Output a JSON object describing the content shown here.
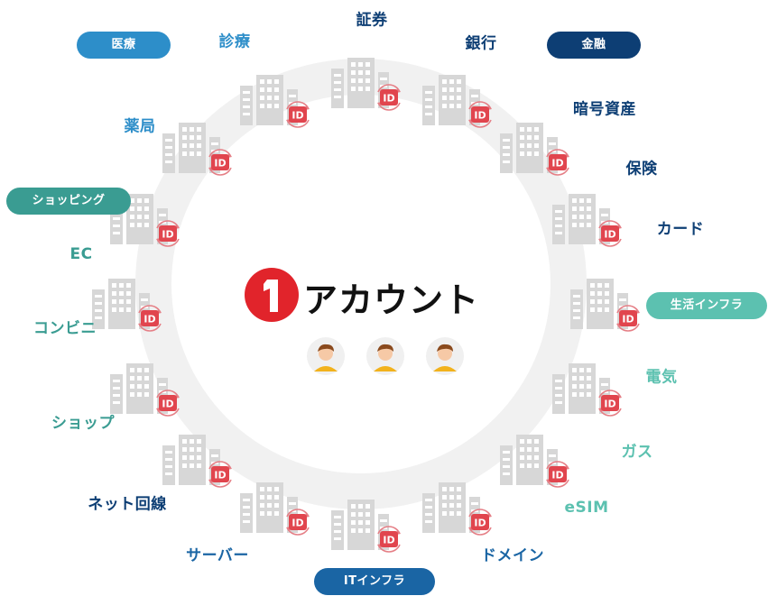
{
  "center": {
    "logo_number": "1",
    "logo_text": "アカウント"
  },
  "pills": {
    "medical": {
      "label": "医療",
      "color": "#2d8ec9"
    },
    "finance": {
      "label": "金融",
      "color": "#0d3e74"
    },
    "shopping": {
      "label": "ショッピング",
      "color": "#3a9c92"
    },
    "life": {
      "label": "生活インフラ",
      "color": "#5cc1b0"
    },
    "it": {
      "label": "ITインフラ",
      "color": "#1a65a4"
    }
  },
  "labels": {
    "shinryo": "診療",
    "shoken": "証券",
    "ginko": "銀行",
    "yakkyoku": "薬局",
    "angoshisan": "暗号資産",
    "hoken": "保険",
    "card": "カード",
    "ec": "EC",
    "conbini": "コンビニ",
    "denki": "電気",
    "shop": "ショップ",
    "gas": "ガス",
    "net": "ネット回線",
    "esim": "eSIM",
    "server": "サーバー",
    "domain": "ドメイン"
  },
  "colors": {
    "medical_text": "#2d8ec9",
    "finance_text": "#0d3e74",
    "shopping_text": "#3a9c92",
    "life_text": "#5cc1b0",
    "it_text": "#1a65a4",
    "id_badge": "#e1454e",
    "building": "#d7d7d7"
  },
  "icons": {
    "building": "building-icon",
    "id_badge": "id-badge-icon",
    "sync": "sync-arrows-icon",
    "user": "user-avatar-icon"
  },
  "id_badge_text": "ID"
}
